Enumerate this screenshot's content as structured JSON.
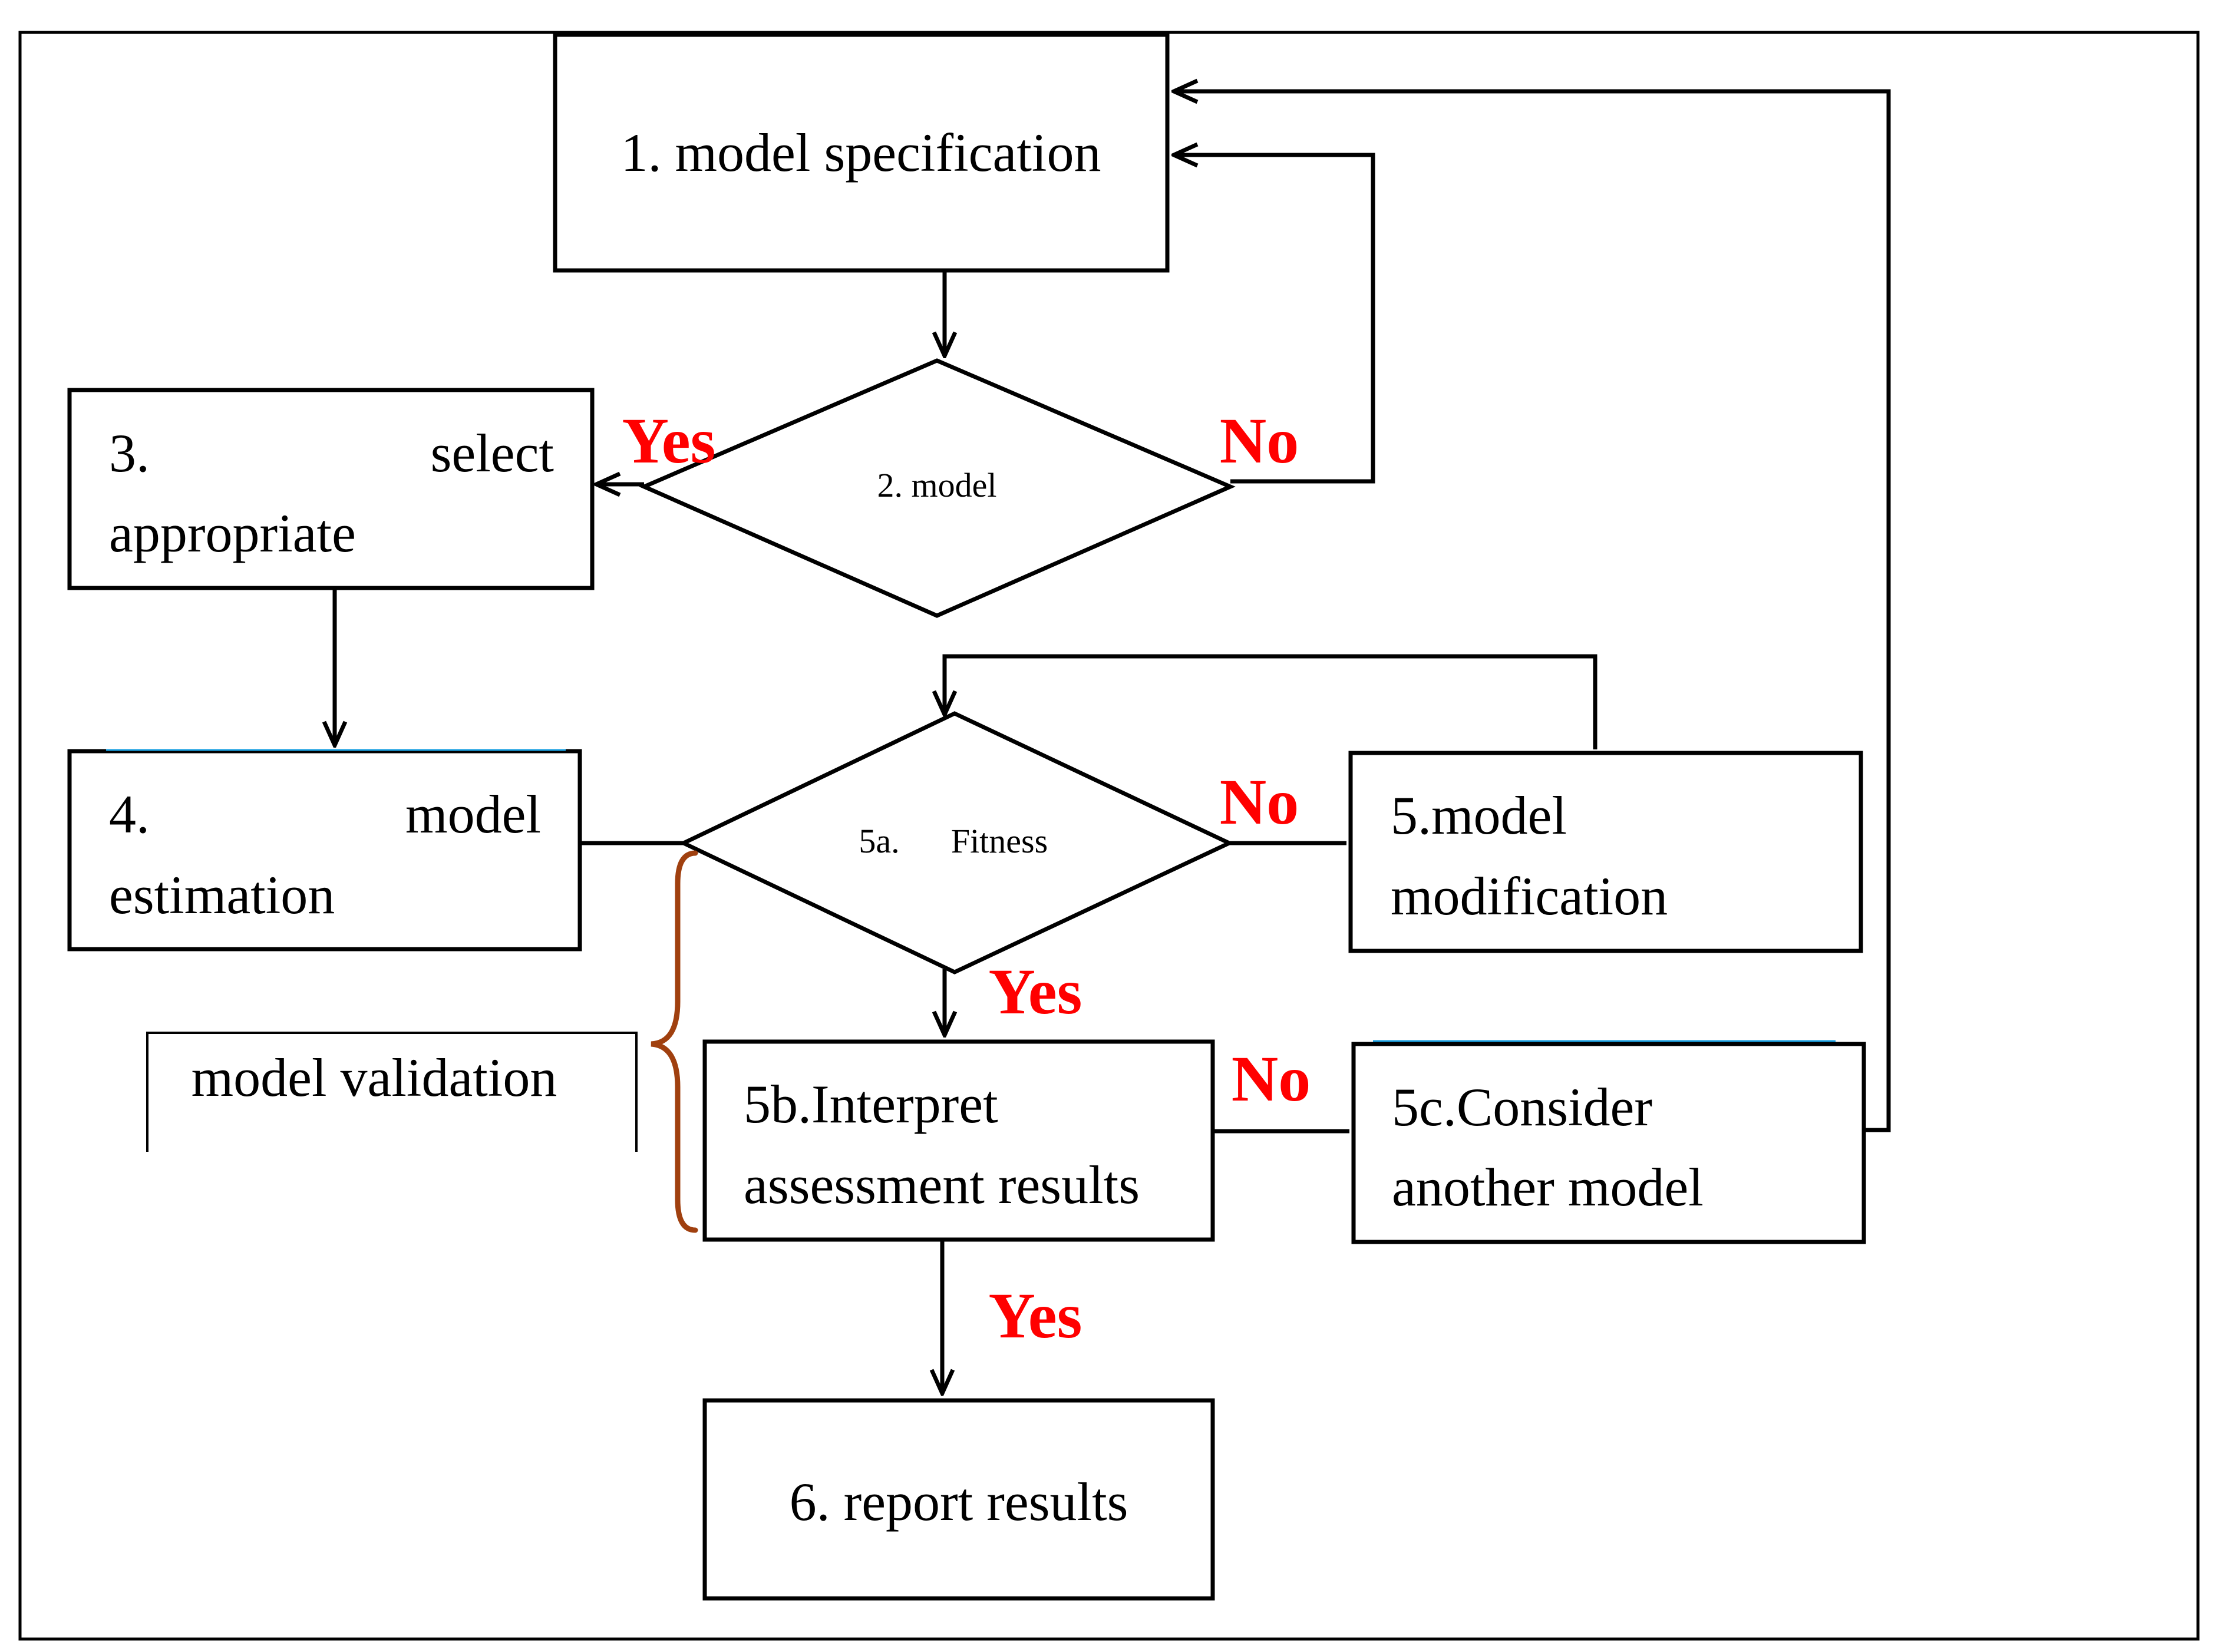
{
  "colors": {
    "line": "#000000",
    "label": "#ff0000",
    "brace": "#a0400f",
    "accent": "#1ba1e2"
  },
  "nodes": {
    "model_specification": {
      "label": "1. model specification"
    },
    "model_decision": {
      "label": "2. model"
    },
    "select_appropriate": {
      "line1_left": "3.",
      "line1_right": "select",
      "line2": "appropriate"
    },
    "model_estimation": {
      "line1_left": "4.",
      "line1_right": "model",
      "line2": "estimation"
    },
    "fitness_decision": {
      "label_left": "5a.",
      "label_right": "Fitness"
    },
    "model_modification": {
      "line1": "5.model",
      "line2": "modification"
    },
    "interpret_results": {
      "line1": "5b.Interpret",
      "line2": "assessment results"
    },
    "consider_another": {
      "line1": "5c.Consider",
      "line2": "another model"
    },
    "report_results": {
      "label": "6. report results"
    },
    "model_validation": {
      "label": "model validation"
    }
  },
  "edge_labels": {
    "yes_to_select": "Yes",
    "no_to_specification": "No",
    "no_to_modification": "No",
    "yes_to_interpret": "Yes",
    "no_to_consider": "No",
    "yes_to_report": "Yes"
  }
}
